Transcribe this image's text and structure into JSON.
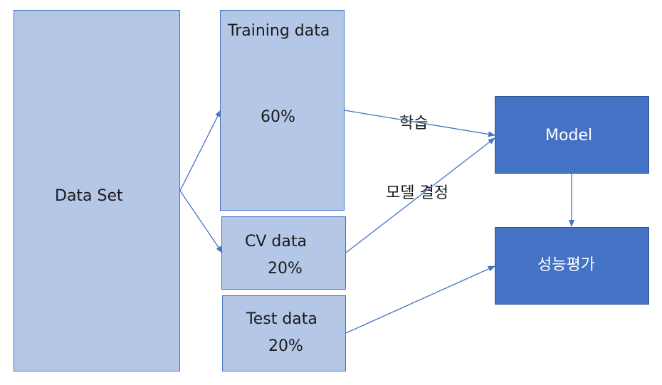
{
  "nodes": {
    "dataset": {
      "label": "Data Set"
    },
    "training": {
      "label": "Training data",
      "pct": "60%"
    },
    "cv": {
      "label": "CV data",
      "pct": "20%"
    },
    "test": {
      "label": "Test data",
      "pct": "20%"
    },
    "model": {
      "label": "Model"
    },
    "evaluation": {
      "label": "성능평가"
    }
  },
  "edge_labels": {
    "train_to_model": "학습",
    "cv_to_model": "모델 결정"
  },
  "colors": {
    "light_fill": "#b4c7e7",
    "light_border": "#4472c4",
    "dark_fill": "#4472c4",
    "arrow": "#4472c4"
  }
}
